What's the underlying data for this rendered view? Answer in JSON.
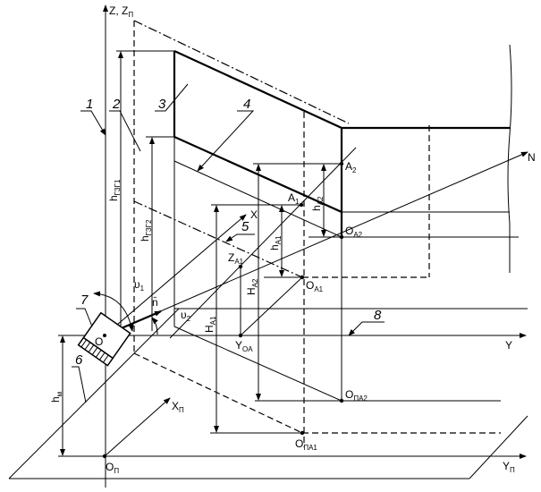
{
  "labels": {
    "z_axis": "Z, Z",
    "z_axis_sub": "П",
    "x_axis": "X",
    "y_axis": "Y",
    "n_axis": "N",
    "xp": "X",
    "xp_sub": "П",
    "yp": "Y",
    "yp_sub": "П",
    "op": "O",
    "op_sub": "П",
    "o": "O",
    "a1": "A",
    "a1_sub": "1",
    "a2": "A",
    "a2_sub": "2",
    "oa1": "O",
    "oa1_sub": "A1",
    "oa2": "O",
    "oa2_sub": "A2",
    "opa1": "O",
    "opa1_sub": "ПА1",
    "opa2": "O",
    "opa2_sub": "ПА2",
    "za1": "Z",
    "za1_sub": "A1",
    "yoa": "Y",
    "yoa_sub": "OA",
    "h_gzg1": "h",
    "h_gzg1_sub": "ГЗГ1",
    "h_gzg2": "h",
    "h_gzg2_sub": "ГЗГ2",
    "ha1": "h",
    "ha1_sub": "A1",
    "ha2": "h",
    "ha2_sub": "A2",
    "Ha1": "H",
    "Ha1_sub": "A1",
    "Ha2": "H",
    "Ha2_sub": "A2",
    "hm": "h",
    "hm_sub": "м",
    "v1": "υ",
    "v1_sub": "1",
    "v2": "υ",
    "v2_sub": "2",
    "n_vec": "n̄"
  },
  "callouts": [
    "1",
    "2",
    "3",
    "4",
    "5",
    "6",
    "7",
    "8"
  ]
}
